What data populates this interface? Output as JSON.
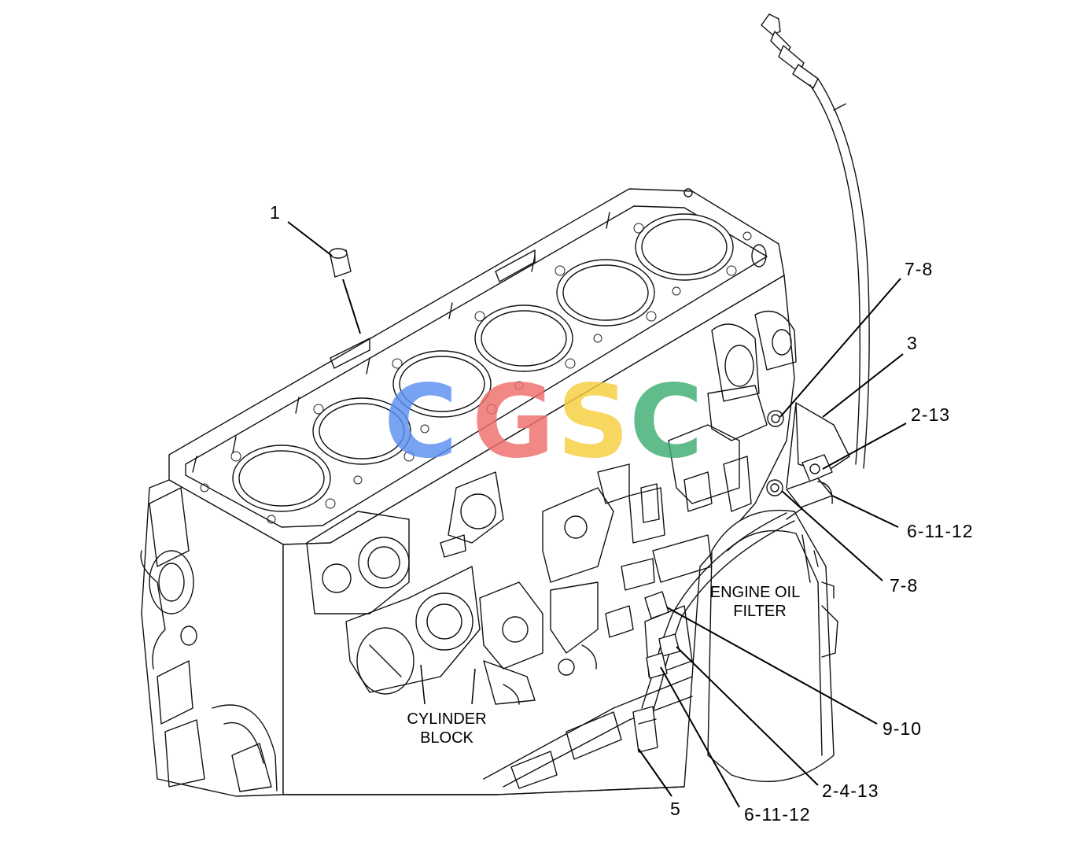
{
  "colors": {
    "line": "#111111",
    "background": "#ffffff",
    "watermark_c1": "#5b8ef0",
    "watermark_g": "#ef6f6c",
    "watermark_s": "#f7cf3f",
    "watermark_c2": "#3fae72"
  },
  "watermark": {
    "letters": [
      "C",
      "G",
      "S",
      "C"
    ]
  },
  "labels": {
    "cylinder_block_line1": "CYLINDER",
    "cylinder_block_line2": "BLOCK",
    "oil_filter_line1": "ENGINE OIL",
    "oil_filter_line2": "FILTER"
  },
  "callouts": [
    {
      "id": "c-1",
      "text": "1"
    },
    {
      "id": "c-7-8-top",
      "text": "7-8"
    },
    {
      "id": "c-3",
      "text": "3"
    },
    {
      "id": "c-2-13",
      "text": "2-13"
    },
    {
      "id": "c-6-11-12-right",
      "text": "6-11-12"
    },
    {
      "id": "c-7-8-bottom",
      "text": "7-8"
    },
    {
      "id": "c-9-10",
      "text": "9-10"
    },
    {
      "id": "c-2-4-13",
      "text": "2-4-13"
    },
    {
      "id": "c-6-11-12-bottom",
      "text": "6-11-12"
    },
    {
      "id": "c-5",
      "text": "5"
    }
  ]
}
